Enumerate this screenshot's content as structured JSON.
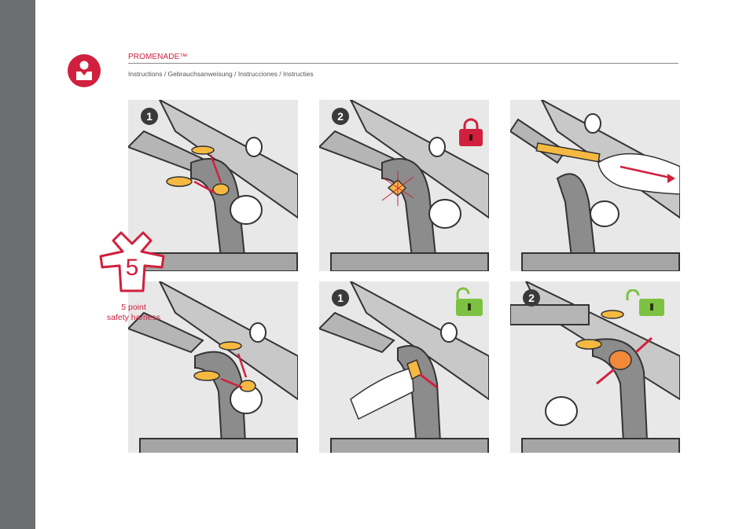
{
  "header": {
    "brand": "PROMENADE™",
    "subtitle": "Instructions / Gebrauchsanweisung / Instrucciones / Instructies"
  },
  "panels": [
    {
      "step": "1"
    },
    {
      "step": "2",
      "lock_state": "locked"
    },
    {
      "step": ""
    },
    {
      "step": ""
    },
    {
      "step": "1",
      "lock_state": "unlocked"
    },
    {
      "step": "2",
      "lock_state": "unlocked"
    }
  ],
  "harness": {
    "number": "5",
    "label_line1": "5 point",
    "label_line2": "safety harness"
  },
  "colors": {
    "accent_red": "#d0203d",
    "sidebar_grey": "#6d6e70",
    "buckle_orange": "#f5b942",
    "unlock_green": "#7dc142"
  },
  "icons": [
    "user-badge-icon",
    "padlock-locked-icon",
    "padlock-unlocked-icon",
    "five-point-harness-icon",
    "hand-icon",
    "arrow-icon"
  ]
}
